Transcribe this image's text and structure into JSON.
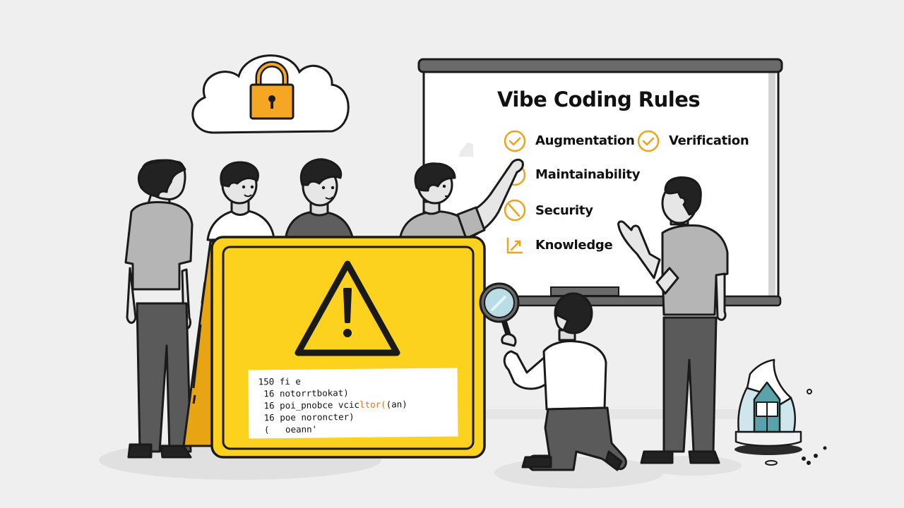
{
  "illustration": {
    "title": "Vibe Coding Rules"
  },
  "whiteboard": {
    "title": "Vibe Coding Rules",
    "rules": [
      {
        "label": "Augmentation",
        "icon": "check-circle-icon"
      },
      {
        "label": "Verification",
        "icon": "check-circle-icon"
      },
      {
        "label": "Maintainability",
        "icon": "circle-icon"
      },
      {
        "label": "Security",
        "icon": "slash-circle-icon"
      },
      {
        "label": "Knowledge",
        "icon": "chart-arrow-icon"
      }
    ]
  },
  "warning_sign": {
    "icon": "warning-triangle-icon",
    "code_lines": [
      {
        "prefix": "150 fi e",
        "accent": "",
        "suffix": ""
      },
      {
        "prefix": " 16 notorrtbokat)",
        "accent": "",
        "suffix": ""
      },
      {
        "prefix": " 16 poi_pnobce vcic",
        "accent": "ltor(",
        "suffix": "(an)"
      },
      {
        "prefix": " 16 poe noroncter)",
        "accent": "",
        "suffix": ""
      },
      {
        "prefix": " (   oeann'",
        "accent": "",
        "suffix": ""
      }
    ]
  },
  "cloud": {
    "icon": "padlock-icon"
  },
  "colors": {
    "background": "#efefef",
    "sign_yellow": "#fcd21f",
    "sign_side": "#e8a513",
    "accent_orange": "#f0a21c",
    "lock_orange": "#f5a623",
    "outline": "#1a1a1a",
    "shirt_light": "#b5b5b5",
    "shirt_dark": "#5e5e5e",
    "pants": "#5a5a5a",
    "glass": "#b8dde4",
    "house_teal": "#5aa3aa"
  }
}
